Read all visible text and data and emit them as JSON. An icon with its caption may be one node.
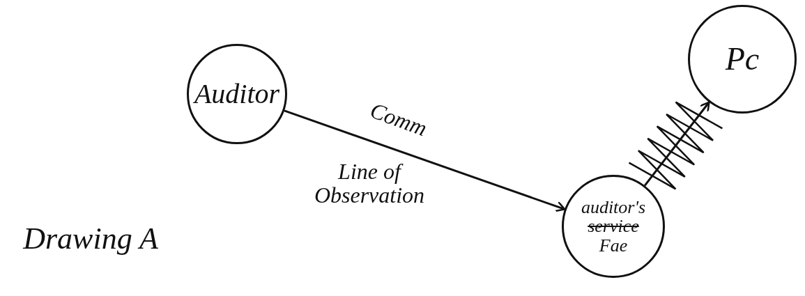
{
  "diagram": {
    "nodes": [
      {
        "text": [
          "Auditor"
        ]
      },
      {
        "text": [
          "auditor's",
          "service",
          "Fae"
        ]
      },
      {
        "text": [
          "Pc"
        ]
      }
    ],
    "edges": [
      {
        "from": 0,
        "to": 1,
        "arrow": "to",
        "label": "Comm"
      },
      {
        "from": 1,
        "to": 2,
        "arrow": "to"
      }
    ],
    "labels": [
      "Line of Observation",
      "Drawing A"
    ]
  }
}
